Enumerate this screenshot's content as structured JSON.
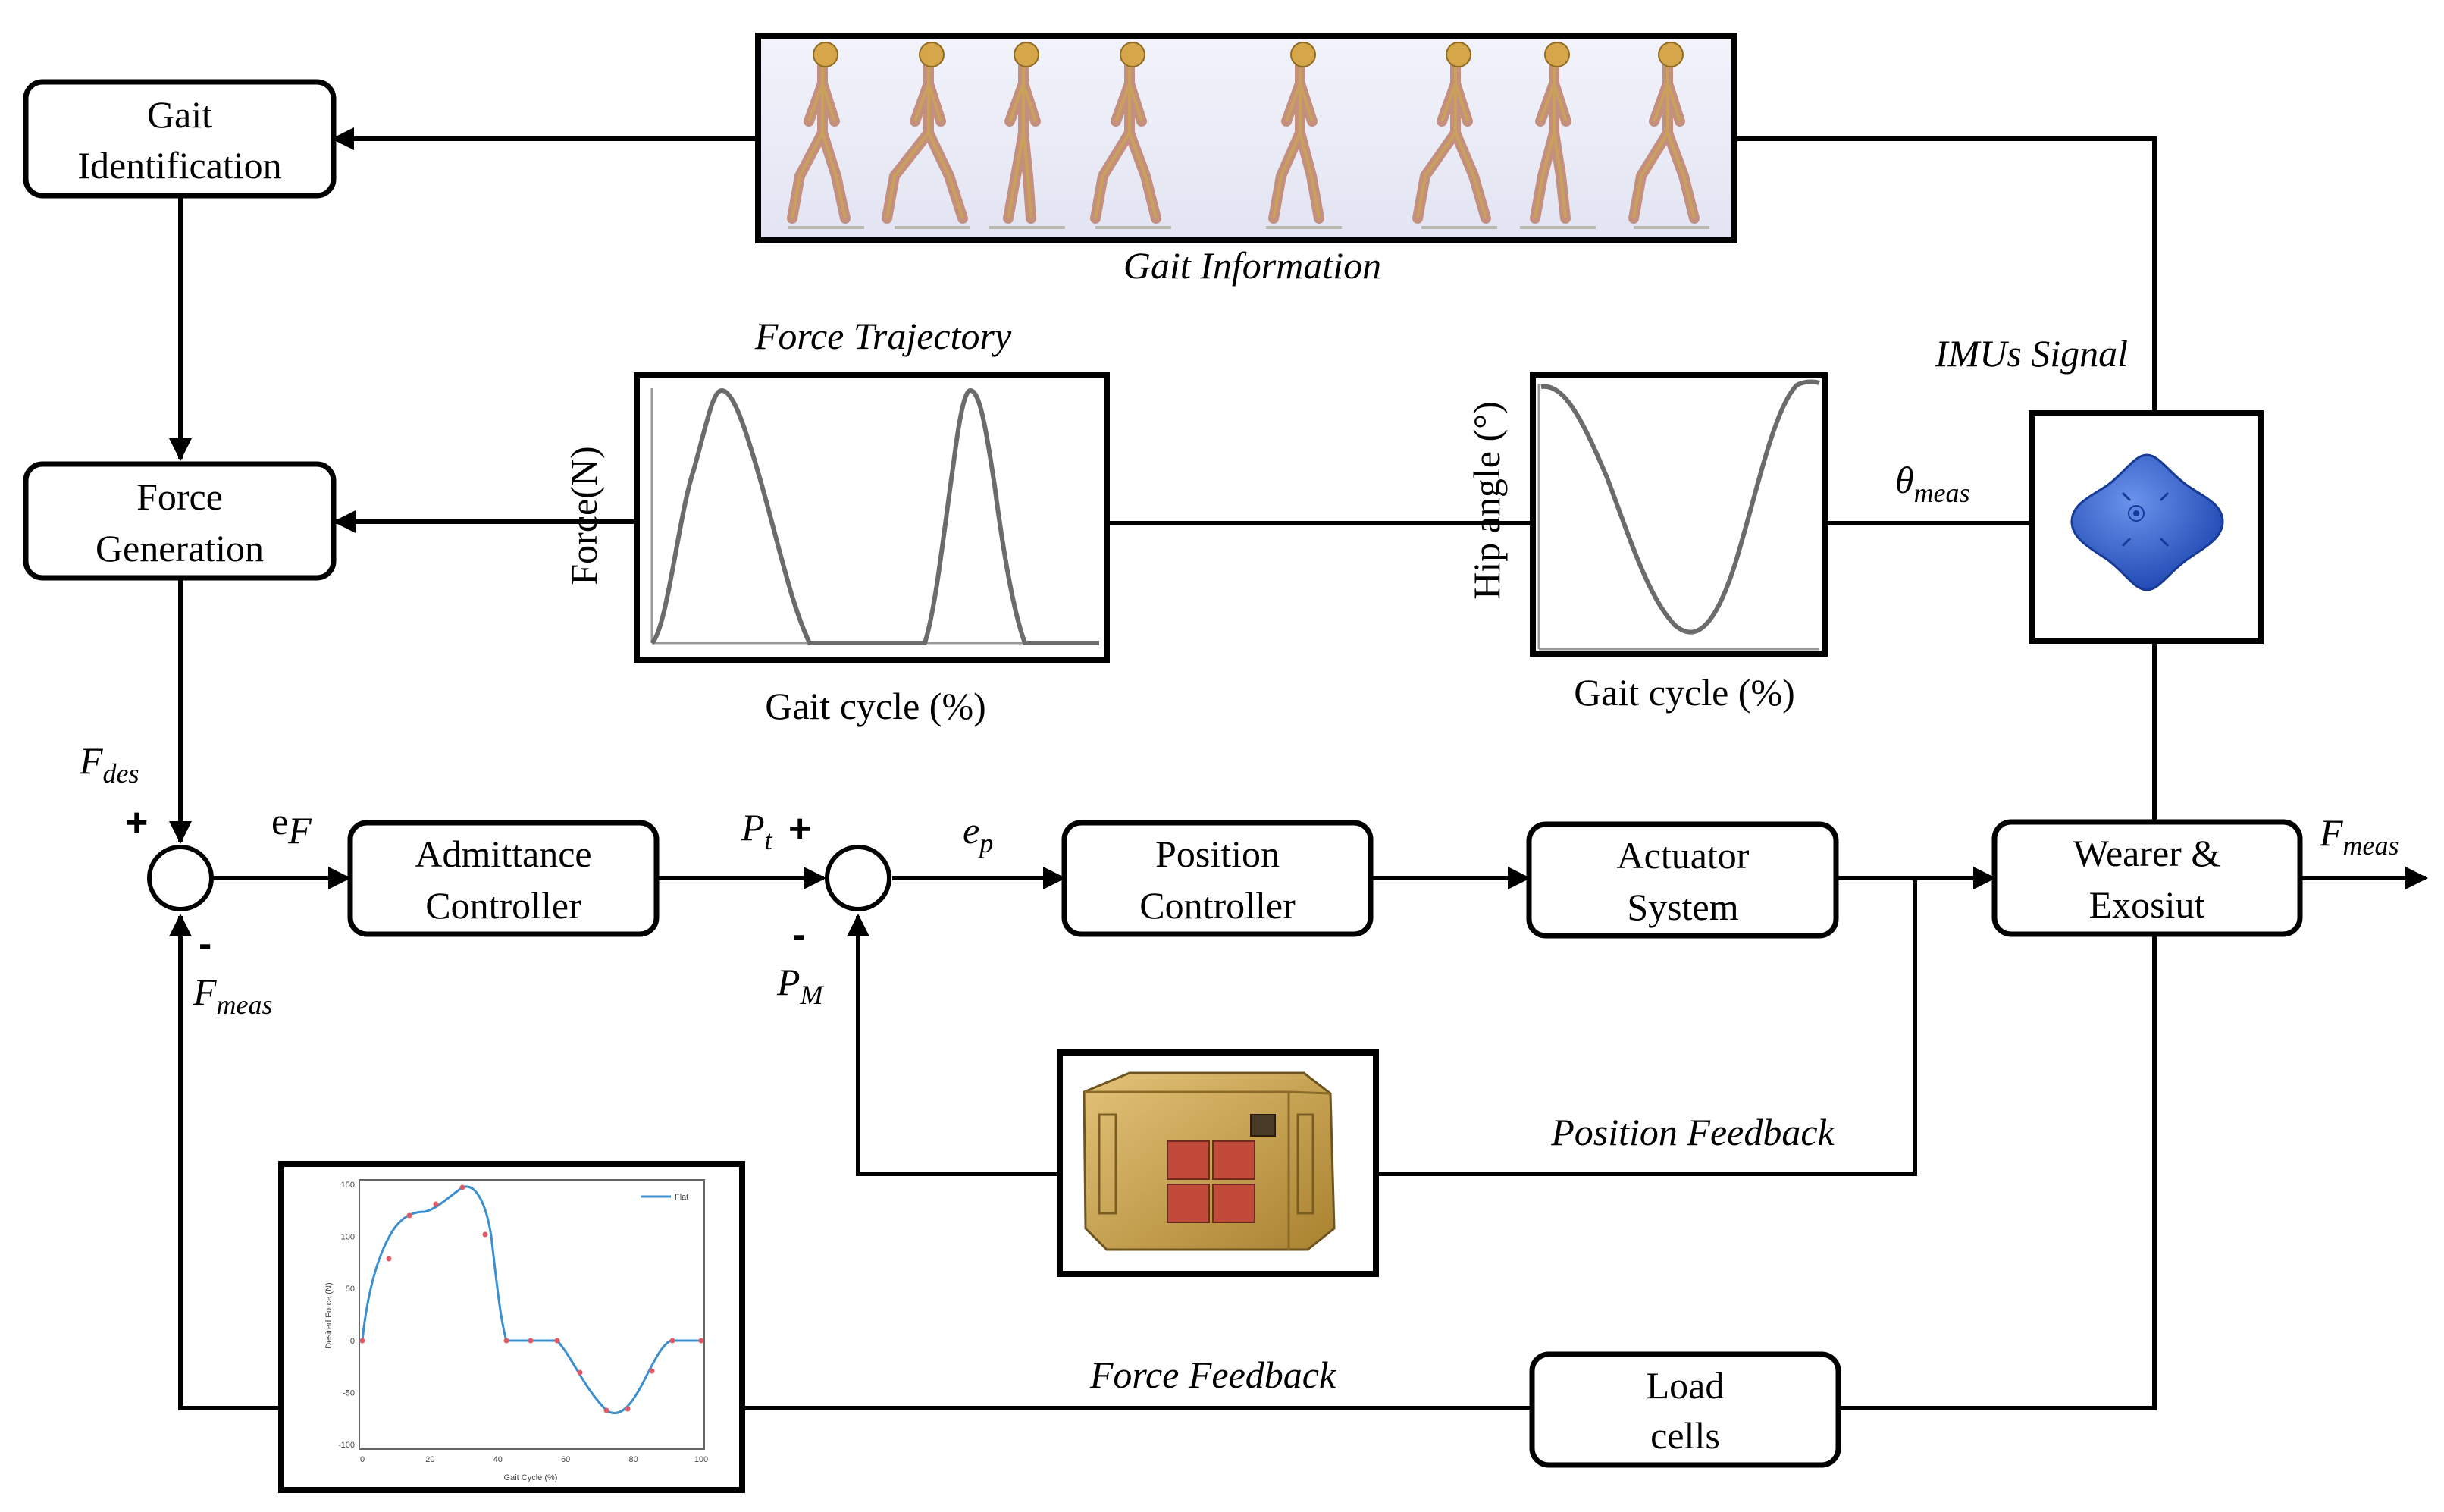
{
  "blocks": {
    "gait_identification": [
      "Gait",
      "Identification"
    ],
    "force_generation": [
      "Force",
      "Generation"
    ],
    "admittance_controller": [
      "Admittance",
      "Controller"
    ],
    "position_controller": [
      "Position",
      "Controller"
    ],
    "actuator_system": [
      "Actuator",
      "System"
    ],
    "wearer_exosuit": [
      "Wearer &",
      "Exosiut"
    ],
    "load_cells": [
      "Load",
      "cells"
    ]
  },
  "annotations": {
    "gait_information": "Gait Information",
    "force_trajectory": "Force Trajectory",
    "imus_signal": "IMUs Signal",
    "position_feedback": "Position Feedback",
    "force_feedback": "Force Feedback"
  },
  "plots": {
    "force_ylabel": "Force(N)",
    "force_xlabel": "Gait cycle (%)",
    "hip_ylabel": "Hip angle (°)",
    "hip_xlabel": "Gait cycle (%)"
  },
  "signals": {
    "f_des": {
      "base": "F",
      "sub": "des"
    },
    "f_meas_sum": {
      "base": "F",
      "sub": "meas"
    },
    "e_f": {
      "base": "e",
      "sub": "F"
    },
    "p_t": {
      "base": "P",
      "sub": "t"
    },
    "p_m": {
      "base": "P",
      "sub": "M"
    },
    "e_p": {
      "base": "e",
      "sub": "p"
    },
    "theta_meas": {
      "base": "θ",
      "sub": "meas"
    },
    "f_meas_out": {
      "base": "F",
      "sub": "meas"
    },
    "plus": "+",
    "minus": "-"
  },
  "inset_chart": {
    "legend": "Flat",
    "xlabel": "Gait Cycle (%)",
    "ylabel": "Desired Force (N)",
    "yticks": [
      "150",
      "100",
      "50",
      "0",
      "-50",
      "-100"
    ],
    "xticks": [
      "0",
      "20",
      "40",
      "60",
      "80",
      "100"
    ]
  },
  "colors": {
    "imu": "#2f5fcf",
    "actuator": "#c9a24a",
    "skeleton": "#c9a15a",
    "inset_line": "#3a8fd1",
    "inset_marker": "#e05a66"
  }
}
